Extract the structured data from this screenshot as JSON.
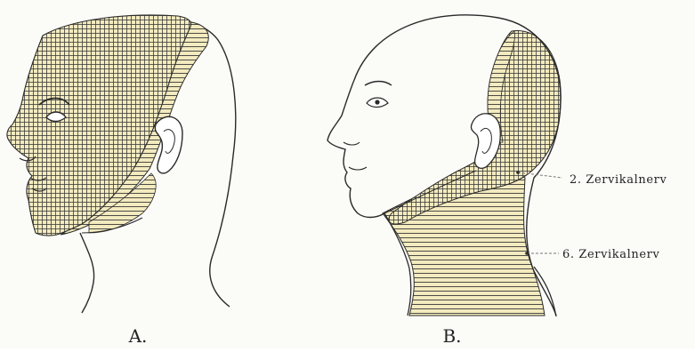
{
  "figure": {
    "panel_a_label": "A.",
    "panel_b_label": "B.",
    "nerve_labels": [
      {
        "text": "2. Zervikalnerv"
      },
      {
        "text": "6. Zervikalnerv"
      }
    ]
  },
  "colors": {
    "background": "#fbfbf8",
    "outline": "#2a2a2a",
    "shading_fill": "#f3ebbf",
    "hatch": "#3a3a3a"
  }
}
